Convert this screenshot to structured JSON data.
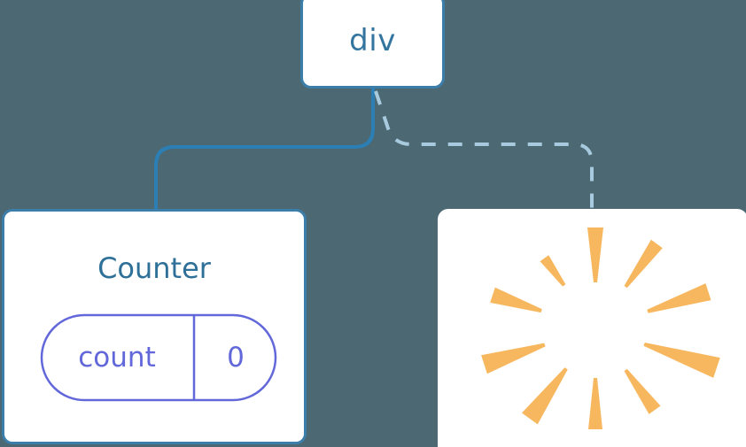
{
  "diagram": {
    "type": "component-tree",
    "background_color": "#4c6873",
    "title": "",
    "nodes": [
      {
        "id": "div",
        "label": "div",
        "kind": "element-card",
        "border_color": "#3a7ea9",
        "fill_color": "#ffffff",
        "text_color": "#33759f"
      },
      {
        "id": "counter",
        "label": "Counter",
        "kind": "component-card",
        "border_color": "#3a7ea9",
        "fill_color": "#ffffff",
        "text_color": "#2f7099",
        "prop": {
          "name": "count",
          "value": "0",
          "shape": "pill",
          "stroke_color": "#6268da",
          "text_color": "#6268da"
        }
      },
      {
        "id": "burst",
        "label": "",
        "kind": "highlight-card",
        "border_color": "#ffffff",
        "fill_color": "#ffffff",
        "icon": "sparkle-burst-icon",
        "icon_color": "#f7b75e",
        "ray_count": 10
      }
    ],
    "edges": [
      {
        "id": "div-to-counter",
        "from": "div",
        "to": "counter",
        "style": "solid",
        "color": "#2b7fb5",
        "width": 4
      },
      {
        "id": "div-to-burst",
        "from": "div",
        "to": "burst",
        "style": "dashed",
        "color": "#a8cade",
        "width": 4,
        "dash_pattern": "16 14"
      }
    ]
  },
  "burst_rays": [
    {
      "angle": -90,
      "length": 62,
      "half_width": 9,
      "inner": 52
    },
    {
      "angle": -54,
      "length": 60,
      "half_width": 8,
      "inner": 58
    },
    {
      "angle": -18,
      "length": 72,
      "half_width": 10,
      "inner": 62
    },
    {
      "angle": 18,
      "length": 86,
      "half_width": 12,
      "inner": 58
    },
    {
      "angle": 54,
      "length": 56,
      "half_width": 8,
      "inner": 58
    },
    {
      "angle": 90,
      "length": 58,
      "half_width": 8,
      "inner": 56
    },
    {
      "angle": 126,
      "length": 70,
      "half_width": 11,
      "inner": 56
    },
    {
      "angle": 162,
      "length": 72,
      "half_width": 11,
      "inner": 60
    },
    {
      "angle": 198,
      "length": 58,
      "half_width": 9,
      "inner": 64
    },
    {
      "angle": 234,
      "length": 38,
      "half_width": 6,
      "inner": 60
    }
  ]
}
